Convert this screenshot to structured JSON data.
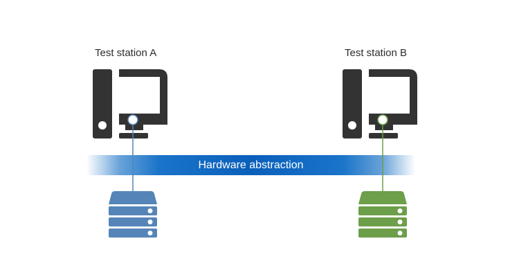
{
  "diagram": {
    "station_a": {
      "label": "Test station A",
      "color": "#5585b8"
    },
    "station_b": {
      "label": "Test station B",
      "color": "#6d9e4a"
    },
    "layer": {
      "label": "Hardware abstraction",
      "color": "#0a5fba"
    },
    "icon_color": "#333333"
  }
}
